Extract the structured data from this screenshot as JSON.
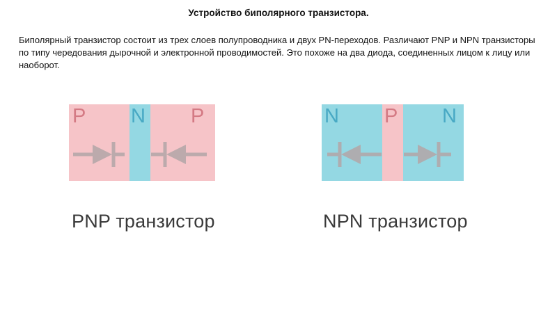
{
  "title": "Устройство биполярного транзистора.",
  "intro": "Биполярный транзистор состоит из трех слоев полупроводника и двух PN-переходов. Различают PNP и NPN транзисторы по типу чередования дырочной и электронной проводимостей. Это похоже на два диода, соединенных лицом к лицу или наоборот.",
  "pnp": {
    "layers": [
      "P",
      "N",
      "P"
    ],
    "caption": "PNP транзистор"
  },
  "npn": {
    "layers": [
      "N",
      "P",
      "N"
    ],
    "caption": "NPN транзистор"
  },
  "colors": {
    "p_region": "#f6c4c8",
    "n_region": "#94d8e3",
    "p_letter": "#d47a84",
    "n_letter": "#48a9c4",
    "diode_symbol": "#b3a6a8"
  }
}
